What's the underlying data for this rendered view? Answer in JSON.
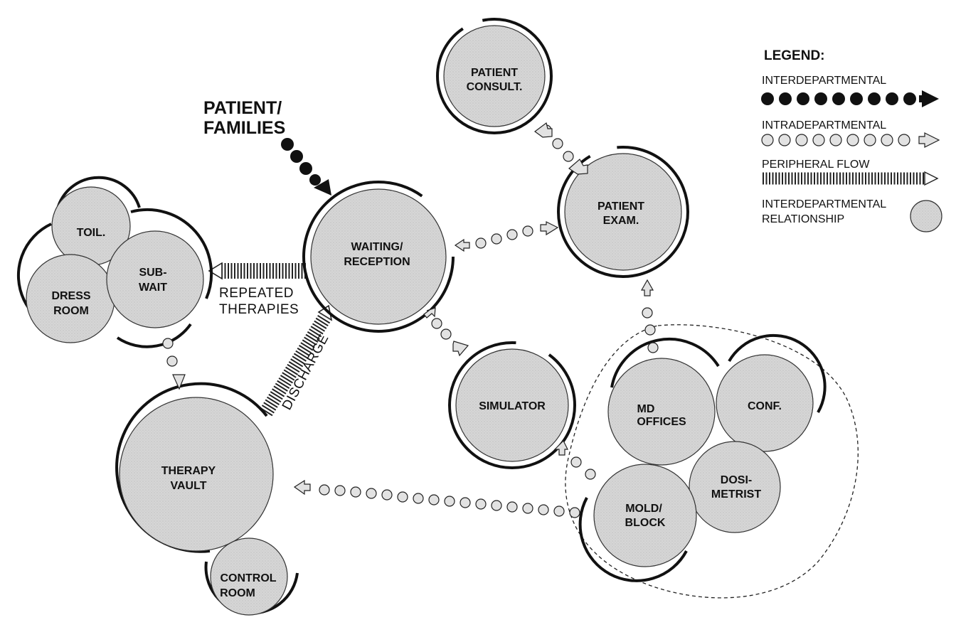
{
  "entry": {
    "line1": "PATIENT/",
    "line2": "FAMILIES"
  },
  "rooms": {
    "consult": {
      "line1": "PATIENT",
      "line2": "CONSULT."
    },
    "exam": {
      "line1": "PATIENT",
      "line2": "EXAM."
    },
    "waiting": {
      "line1": "WAITING/",
      "line2": "RECEPTION"
    },
    "toilet": {
      "line1": "TOIL."
    },
    "dress": {
      "line1": "DRESS",
      "line2": "ROOM"
    },
    "subwait": {
      "line1": "SUB-",
      "line2": "WAIT"
    },
    "simulator": {
      "line1": "SIMULATOR"
    },
    "md": {
      "line1": "MD",
      "line2": "OFFICES"
    },
    "conf": {
      "line1": "CONF."
    },
    "dosimetrist": {
      "line1": "DOSI-",
      "line2": "METRIST"
    },
    "mold": {
      "line1": "MOLD/",
      "line2": "BLOCK"
    },
    "vault": {
      "line1": "THERAPY",
      "line2": "VAULT"
    },
    "control": {
      "line1": "CONTROL",
      "line2": "ROOM"
    }
  },
  "flow_labels": {
    "repeated1": "REPEATED",
    "repeated2": "THERAPIES",
    "discharge": "DISCHARGE"
  },
  "legend": {
    "title": "LEGEND:",
    "items": [
      {
        "label": "INTERDEPARTMENTAL"
      },
      {
        "label": "INTRADEPARTMENTAL"
      },
      {
        "label": "PERIPHERAL  FLOW"
      },
      {
        "label1": "INTERDEPARTMENTAL",
        "label2": "RELATIONSHIP"
      }
    ]
  },
  "colors": {
    "room_fill": "#d4d4d4",
    "ink": "#111111",
    "dot_fill": "#e2e2e2"
  }
}
